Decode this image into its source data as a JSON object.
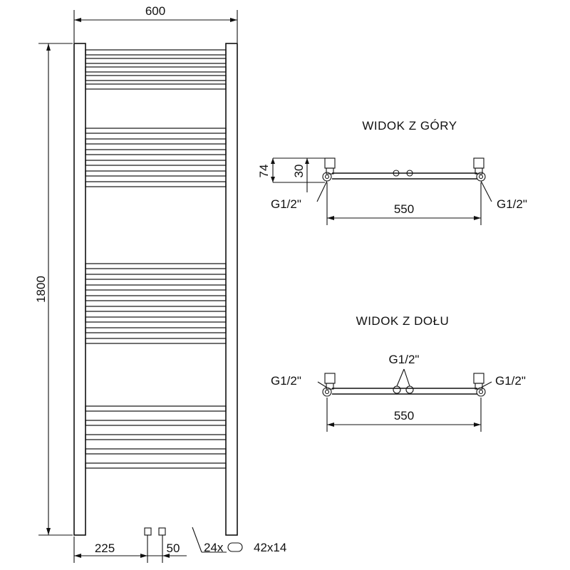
{
  "front_view": {
    "width_label": "600",
    "height_label": "1800",
    "bottom_offset_label": "225",
    "pipe_spacing_label": "50",
    "bar_count_label": "24x",
    "bar_size_label": "42x14"
  },
  "top_view": {
    "title": "WIDOK Z GÓRY",
    "depth_label": "74",
    "offset_label": "30",
    "left_connection": "G1/2\"",
    "right_connection": "G1/2\"",
    "spacing_label": "550"
  },
  "bottom_view": {
    "title": "WIDOK Z DOŁU",
    "left_connection": "G1/2\"",
    "center_connection": "G1/2\"",
    "right_connection": "G1/2\"",
    "spacing_label": "550"
  }
}
